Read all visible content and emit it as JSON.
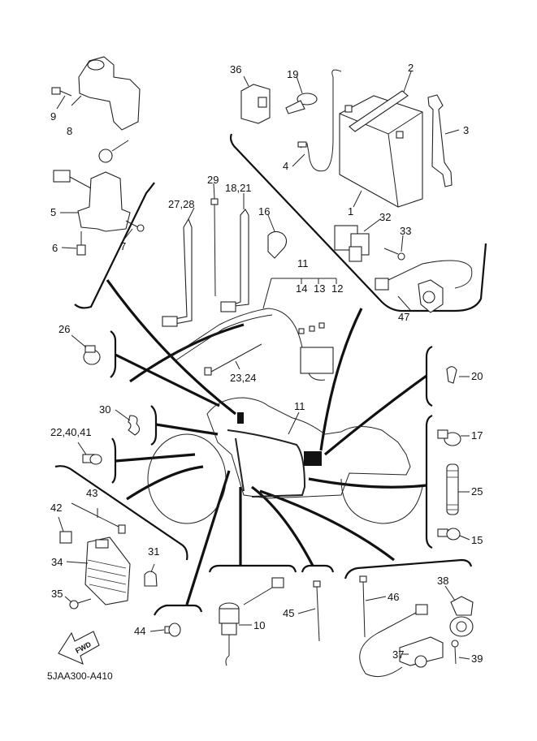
{
  "diagram": {
    "type": "exploded-parts-diagram",
    "subject": "Electrical harness assembly",
    "drawing_code": "5JAA300-A410",
    "direction_marker": "FWD",
    "callouts": [
      {
        "id": "c1",
        "label": "1",
        "part": "battery"
      },
      {
        "id": "c2",
        "label": "2",
        "part": "battery band"
      },
      {
        "id": "c3",
        "label": "3",
        "part": "battery breather cover"
      },
      {
        "id": "c4",
        "label": "4",
        "part": "minus lead"
      },
      {
        "id": "c5",
        "label": "5",
        "part": "main switch"
      },
      {
        "id": "c6",
        "label": "6",
        "part": "bolt"
      },
      {
        "id": "c7",
        "label": "7",
        "part": "screw"
      },
      {
        "id": "c8",
        "label": "8",
        "part": "main switch bracket"
      },
      {
        "id": "c9",
        "label": "9",
        "part": "bolt"
      },
      {
        "id": "c10",
        "label": "10",
        "part": "neutral switch"
      },
      {
        "id": "c11",
        "label": "11",
        "part": "wire harness"
      },
      {
        "id": "c12",
        "label": "12",
        "part": "fuse"
      },
      {
        "id": "c13",
        "label": "13",
        "part": "fuse"
      },
      {
        "id": "c14",
        "label": "14",
        "part": "fuse"
      },
      {
        "id": "c15",
        "label": "15",
        "part": "clamp"
      },
      {
        "id": "c16",
        "label": "16",
        "part": "holder"
      },
      {
        "id": "c17",
        "label": "17",
        "part": "clamp"
      },
      {
        "id": "c18_21",
        "label": "18,21",
        "part": "band"
      },
      {
        "id": "c19",
        "label": "19",
        "part": "clip"
      },
      {
        "id": "c20",
        "label": "20",
        "part": "clip"
      },
      {
        "id": "c22_40_41",
        "label": "22,40,41",
        "part": "clamp"
      },
      {
        "id": "c23_24",
        "label": "23,24",
        "part": "cable tie"
      },
      {
        "id": "c25",
        "label": "25",
        "part": "spacer"
      },
      {
        "id": "c26",
        "label": "26",
        "part": "clamp"
      },
      {
        "id": "c27_28",
        "label": "27,28",
        "part": "band"
      },
      {
        "id": "c29",
        "label": "29",
        "part": "cable tie"
      },
      {
        "id": "c30",
        "label": "30",
        "part": "clamp"
      },
      {
        "id": "c31",
        "label": "31",
        "part": "clamp"
      },
      {
        "id": "c32",
        "label": "32",
        "part": "starter relay"
      },
      {
        "id": "c33",
        "label": "33",
        "part": "bolt"
      },
      {
        "id": "c34",
        "label": "34",
        "part": "rectifier regulator"
      },
      {
        "id": "c35",
        "label": "35",
        "part": "bolt"
      },
      {
        "id": "c36",
        "label": "36",
        "part": "relay"
      },
      {
        "id": "c37",
        "label": "37",
        "part": "sensor"
      },
      {
        "id": "c38",
        "label": "38",
        "part": "cover"
      },
      {
        "id": "c39",
        "label": "39",
        "part": "screw"
      },
      {
        "id": "c42",
        "label": "42",
        "part": "clamp"
      },
      {
        "id": "c43",
        "label": "43",
        "part": "cable tie"
      },
      {
        "id": "c44",
        "label": "44",
        "part": "clamp"
      },
      {
        "id": "c45",
        "label": "45",
        "part": "cable tie"
      },
      {
        "id": "c46",
        "label": "46",
        "part": "cable tie"
      },
      {
        "id": "c47",
        "label": "47",
        "part": "sensor"
      }
    ]
  }
}
